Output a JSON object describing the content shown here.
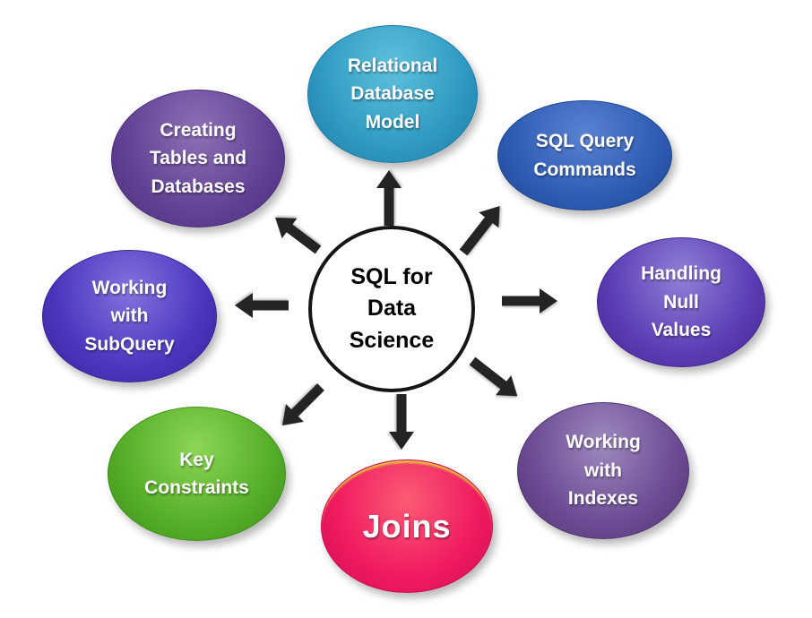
{
  "diagram_title": "SQL for Data Science",
  "background_color": "#ffffff",
  "arrow_color": "#242424",
  "center": {
    "label": "SQL for\nData\nScience",
    "fill": "#ffffff",
    "border_color": "#151515",
    "text_color": "#000000"
  },
  "nodes": [
    {
      "id": "relational-database-model",
      "label": "Relational\nDatabase\nModel",
      "color_light": "#5ec1dc",
      "color": "#2f9ac2",
      "color_dark": "#1d7ba3"
    },
    {
      "id": "sql-query-commands",
      "label": "SQL Query\nCommands",
      "color_light": "#5a82d2",
      "color": "#2f5cb4",
      "color_dark": "#1e4490"
    },
    {
      "id": "handling-null-values",
      "label": "Handling\nNull\nValues",
      "color_light": "#9180d6",
      "color": "#5c3db6",
      "color_dark": "#43278f"
    },
    {
      "id": "working-with-indexes",
      "label": "Working\nwith\nIndexes",
      "color_light": "#9e89be",
      "color": "#6c4c94",
      "color_dark": "#513470"
    },
    {
      "id": "joins",
      "label": "Joins",
      "color_light": "#fb5b74",
      "color": "#f01a60",
      "color_dark": "#cc0d55",
      "rim_color": "#e5bb3e"
    },
    {
      "id": "key-constraints",
      "label": "Key\nConstraints",
      "color_light": "#8cd654",
      "color": "#55ae29",
      "color_dark": "#3e8d17"
    },
    {
      "id": "working-with-subquery",
      "label": "Working\nwith\nSubQuery",
      "color_light": "#8274de",
      "color": "#4c36be",
      "color_dark": "#382397"
    },
    {
      "id": "creating-tables-and-databases",
      "label": "Creating\nTables and\nDatabases",
      "color_light": "#8d70b6",
      "color": "#614295",
      "color_dark": "#4a2c78"
    }
  ]
}
